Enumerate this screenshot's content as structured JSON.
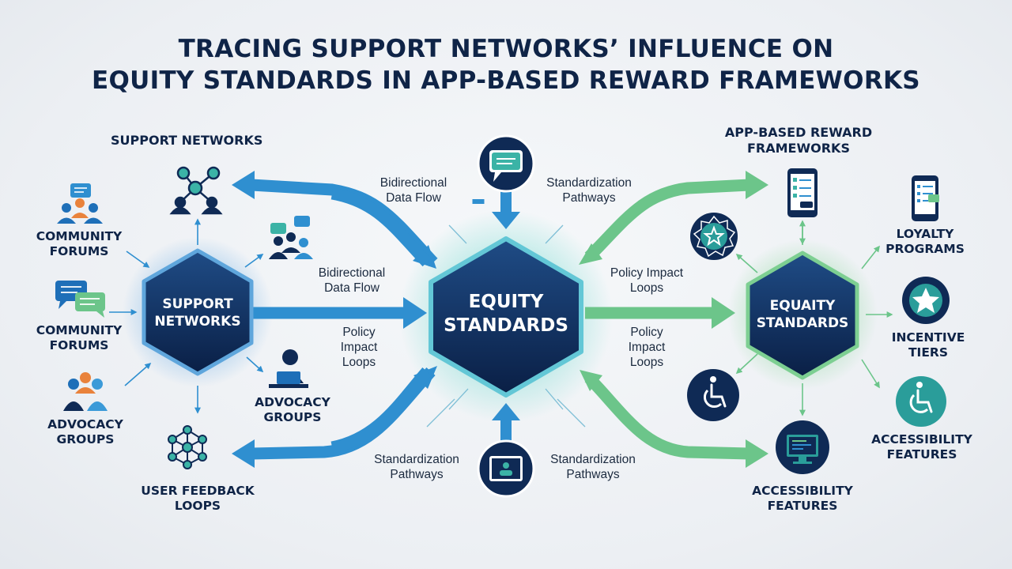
{
  "title": {
    "line1": "TRACING SUPPORT NETWORKS’ INFLUENCE ON",
    "line2": "EQUITY STANDARDS IN APP-BASED REWARD FRAMEWORKS"
  },
  "sections": {
    "left_heading": "SUPPORT NETWORKS",
    "right_heading_line1": "APP-BASED REWARD",
    "right_heading_line2": "FRAMEWORKS"
  },
  "hubs": {
    "left": {
      "line1": "SUPPORT",
      "line2": "NETWORKS"
    },
    "center": {
      "line1": "EQUITY",
      "line2": "STANDARDS"
    },
    "right": {
      "line1": "EQUAITY",
      "line2": "STANDARDS"
    }
  },
  "left_nodes": {
    "community_forums_1": {
      "line1": "COMMUNITY",
      "line2": "FORUMS"
    },
    "community_forums_2": {
      "line1": "COMMUNITY",
      "line2": "FORUMS"
    },
    "advocacy_groups_outer": {
      "line1": "ADVOCACY",
      "line2": "GROUPS"
    },
    "advocacy_groups_inner": {
      "line1": "ADVOCACY",
      "line2": "GROUPS"
    },
    "user_feedback_loops": {
      "line1": "USER FEEDBACK",
      "line2": "LOOPS"
    }
  },
  "right_nodes": {
    "loyalty_programs": {
      "line1": "LOYALTY",
      "line2": "PROGRAMS"
    },
    "incentive_tiers": {
      "line1": "INCENTIVE",
      "line2": "TIERS"
    },
    "accessibility_features_right": {
      "line1": "ACCESSIBILITY",
      "line2": "FEATURES"
    },
    "accessibility_features_bottom": {
      "line1": "ACCESSIBILITY",
      "line2": "FEATURES"
    }
  },
  "flows": {
    "bidirectional_top": {
      "line1": "Bidirectional",
      "line2": "Data Flow"
    },
    "standardization_top": {
      "line1": "Standardization",
      "line2": "Pathways"
    },
    "bidirectional_mid": {
      "line1": "Bidirectional",
      "line2": "Data Flow"
    },
    "policy_left": {
      "line1": "Policy",
      "line2": "Impact",
      "line3": "Loops"
    },
    "policy_right_top": {
      "line1": "Policy Impact",
      "line2": "Loops"
    },
    "policy_right": {
      "line1": "Policy",
      "line2": "Impact",
      "line3": "Loops"
    },
    "standardization_bl": {
      "line1": "Standardization",
      "line2": "Pathways"
    },
    "standardization_br": {
      "line1": "Standardization",
      "line2": "Pathways"
    }
  },
  "colors": {
    "navy": "#0f2a55",
    "blue_arrow": "#2f8fd0",
    "green_arrow": "#6cc58a",
    "teal": "#2a9d9a",
    "title": "#0f2447"
  }
}
